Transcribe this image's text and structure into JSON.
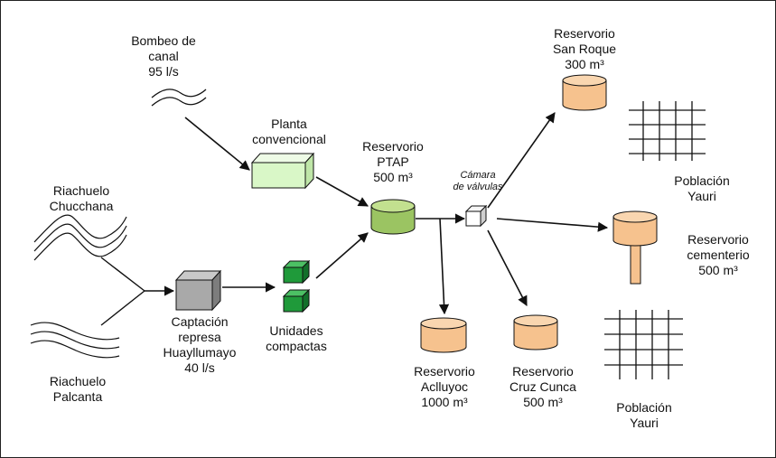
{
  "colors": {
    "line": "#111111",
    "planta_fill": "#d9f7c7",
    "ptap_fill": "#9bc462",
    "compact_fill": "#1f9a3a",
    "reservoir_fill": "#f6c28e",
    "captacion_fill": "#a9a9a9",
    "camara_fill": "#ffffff"
  },
  "labels": {
    "bombeo": [
      "Bombeo de",
      "canal",
      "95 l/s"
    ],
    "planta": [
      "Planta",
      "convencional"
    ],
    "ptap": [
      "Reservorio",
      "PTAP",
      "500 m³"
    ],
    "camara": [
      "Cámara",
      "de válvulas"
    ],
    "san_roque": [
      "Reservorio",
      "San Roque",
      "300  m³"
    ],
    "poblacion_top": [
      "Población",
      "Yauri"
    ],
    "cementerio": [
      "Reservorio",
      "cementerio",
      "500 m³"
    ],
    "chucchana": [
      "Riachuelo",
      "Chucchana"
    ],
    "palcanta": [
      "Riachuelo",
      "Palcanta"
    ],
    "captacion": [
      "Captación",
      "represa",
      "Huayllumayo",
      "40  l/s"
    ],
    "unidades": [
      "Unidades",
      "compactas"
    ],
    "aclluyoc": [
      "Reservorio",
      "Aclluyoc",
      "1000 m³"
    ],
    "cruz_cunca": [
      "Reservorio",
      "Cruz Cunca",
      "500 m³"
    ],
    "poblacion_bottom": [
      "Población",
      "Yauri"
    ]
  }
}
